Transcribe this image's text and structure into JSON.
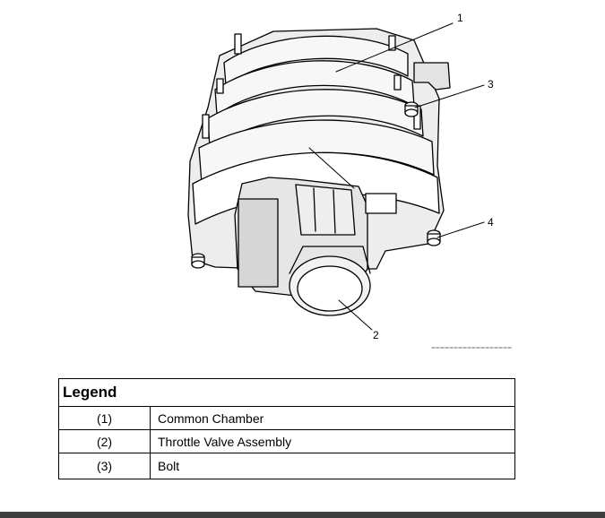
{
  "callouts": {
    "c1": "1",
    "c2": "2",
    "c3": "3",
    "c4": "4"
  },
  "legend": {
    "title": "Legend",
    "rows": [
      {
        "num": "(1)",
        "label": "Common Chamber"
      },
      {
        "num": "(2)",
        "label": "Throttle Valve Assembly"
      },
      {
        "num": "(3)",
        "label": "Bolt"
      }
    ]
  },
  "colors": {
    "line": "#000000",
    "fill": "#ffffff",
    "shade": "#d9d9d9",
    "bar": "#3e3e3e"
  }
}
